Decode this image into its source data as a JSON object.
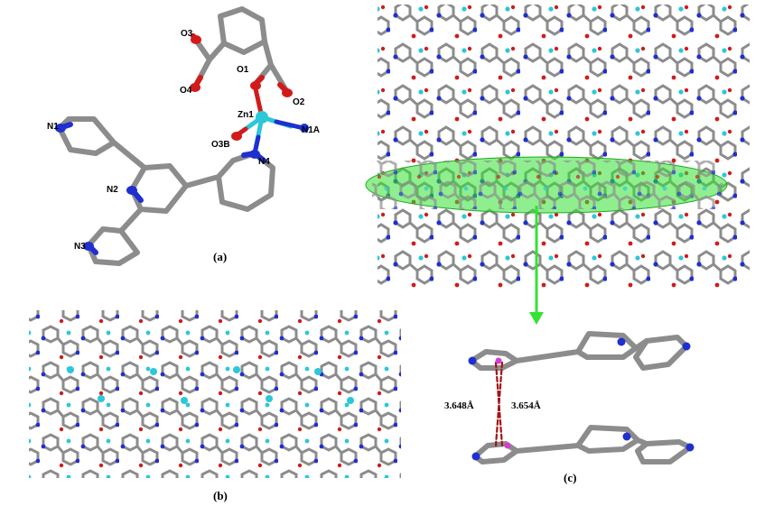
{
  "figure": {
    "panels": [
      {
        "id": "a",
        "caption": "(a)"
      },
      {
        "id": "b",
        "caption": "(b)"
      },
      {
        "id": "c",
        "caption": "(c)"
      }
    ],
    "atom_labels": [
      "O3",
      "O4",
      "O1",
      "O2",
      "Zn1",
      "N1A",
      "O3B",
      "N4",
      "N1",
      "N2",
      "N3"
    ],
    "distances": [
      "3.648Å",
      "3.654Å"
    ],
    "colors": {
      "carbon": "#8c8c8c",
      "nitrogen": "#1f2fd0",
      "oxygen": "#d21a1a",
      "zinc": "#2cc7d9",
      "highlight": "#33e233",
      "centroid": "#d43cd4"
    }
  }
}
